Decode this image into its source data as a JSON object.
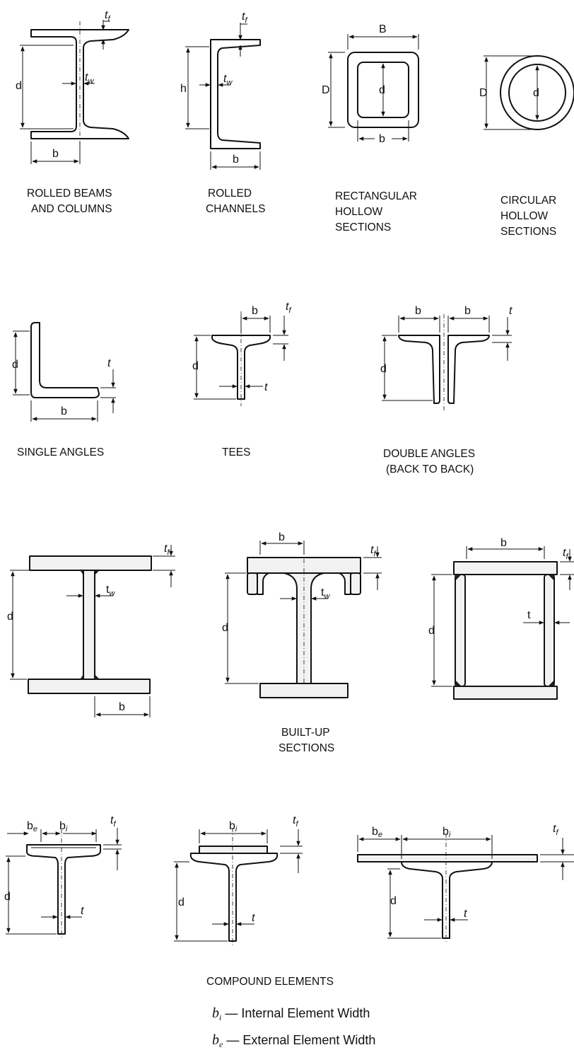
{
  "captions": {
    "rolled_beams_1": "ROLLED BEAMS",
    "rolled_beams_2": "AND COLUMNS",
    "rolled_channels_1": "ROLLED",
    "rolled_channels_2": "CHANNELS",
    "rhs_1": "RECTANGULAR",
    "rhs_2": "HOLLOW",
    "rhs_3": "SECTIONS",
    "chs_1": "CIRCULAR",
    "chs_2": "HOLLOW",
    "chs_3": "SECTIONS",
    "single_angles": "SINGLE ANGLES",
    "tees": "TEES",
    "double_angles_1": "DOUBLE ANGLES",
    "double_angles_2": "(BACK TO BACK)",
    "built_up_1": "BUILT-UP",
    "built_up_2": "SECTIONS",
    "compound": "COMPOUND ELEMENTS"
  },
  "labels": {
    "d": "d",
    "b": "b",
    "h": "h",
    "B": "B",
    "D": "D",
    "t": "t",
    "t_main": "t",
    "tf_sub": "f",
    "tw_sub": "w",
    "b_main": "b",
    "bi_sub": "i",
    "be_sub": "e"
  },
  "legend": {
    "bi_symbol": "b",
    "bi_sub": "i",
    "bi_text": " — Internal Element Width",
    "be_symbol": "b",
    "be_sub": "e",
    "be_text": " — External Element Width"
  }
}
